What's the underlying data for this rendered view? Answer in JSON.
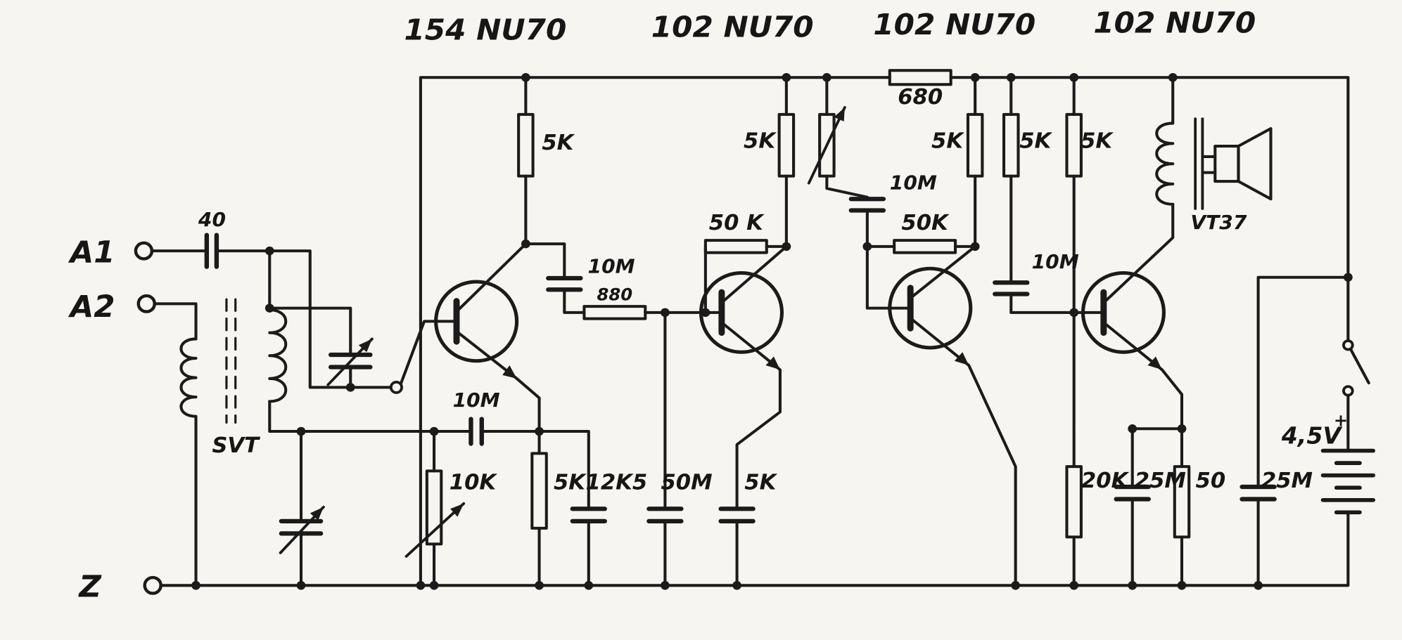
{
  "schematic": {
    "description": "Hand-drawn four-transistor radio receiver circuit diagram",
    "stages": [
      "154 NU70",
      "102 NU70",
      "102 NU70",
      "102 NU70"
    ],
    "terminals": {
      "a1": "A1",
      "a2": "A2",
      "z": "Z"
    },
    "labels": {
      "ant_cap": "40",
      "transformer": "SVT",
      "pot": "10K",
      "fb_cap": "10M",
      "r1_load": "5K",
      "c1_couple": "10M",
      "r_880": "880",
      "r1_emitter": "5K",
      "c_12k5": "12K5",
      "c_50m": "50M",
      "c_5k": "5K",
      "r2_bias": "50 K",
      "r2_load": "5K",
      "r_680": "680",
      "c_agc": "10M",
      "r3_bias": "50K",
      "r3_load_a": "5K",
      "r3_load_b": "5K",
      "r4_divider": "5K",
      "c3_couple": "10M",
      "r_20k": "20K",
      "c_25m_a": "25M",
      "r_50": "50",
      "c_25m_b": "25M",
      "battery": "4,5V",
      "battery_polarity": "+",
      "output_transformer": "VT37"
    },
    "colors": {
      "ink": "#1b1b1b",
      "paper": "#f6f5f1"
    }
  }
}
